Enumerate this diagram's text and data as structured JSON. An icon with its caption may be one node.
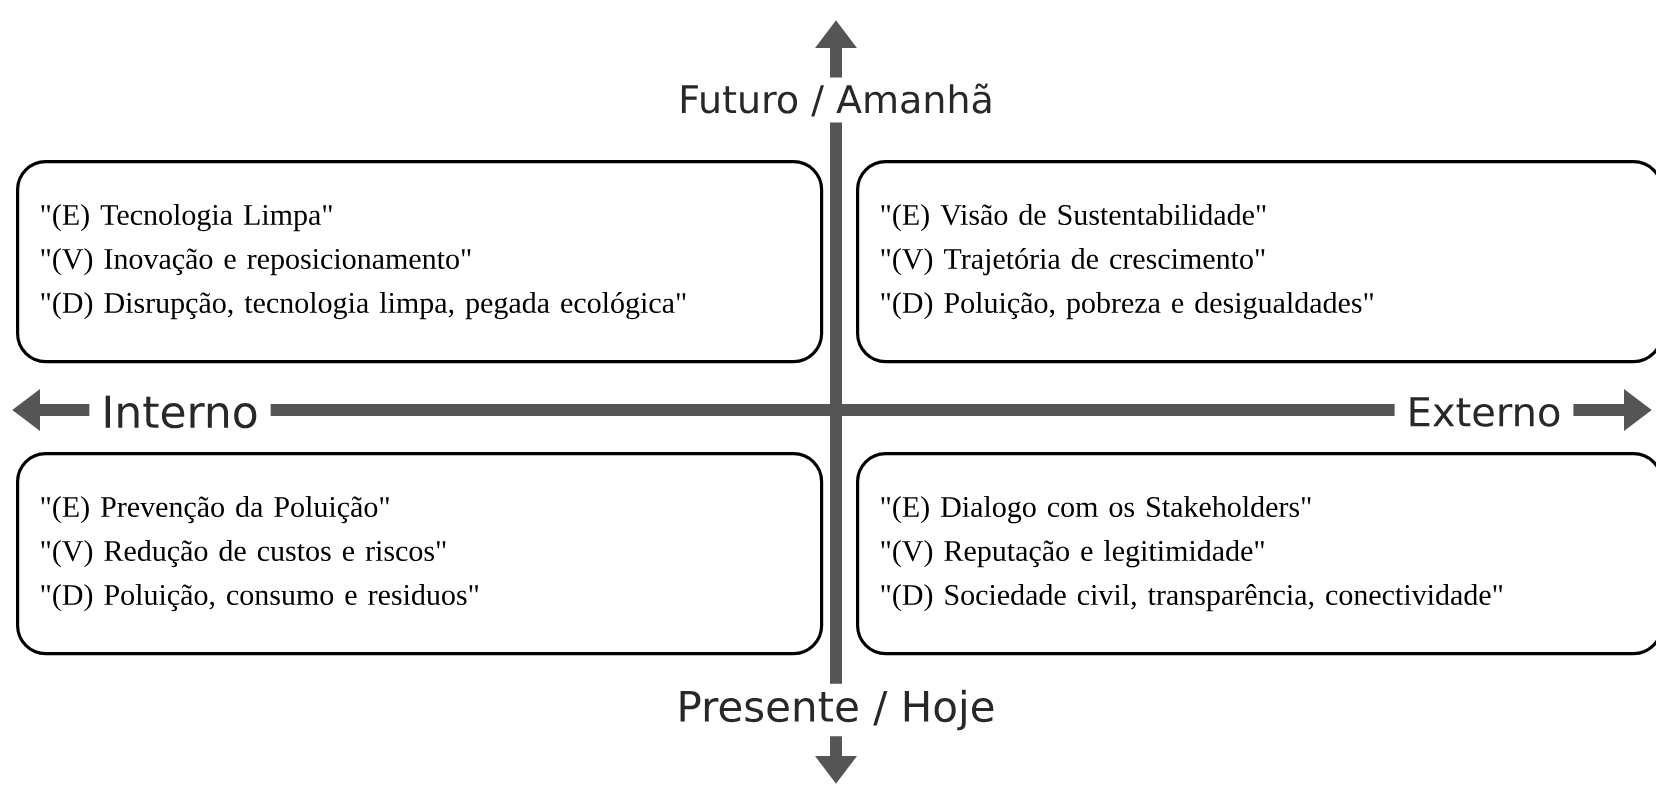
{
  "diagram": {
    "nodes": [
      {
        "text": [
          "\"(E) Tecnologia Limpa\"",
          "\"(V) Inovação e reposicionamento\"",
          "\"(D) Disrupção, tecnologia limpa, pegada ecológica\""
        ]
      },
      {
        "text": [
          "\"(E) Visão de Sustentabilidade\"",
          "\"(V) Trajetória de crescimento\"",
          "\"(D) Poluição, pobreza e desigualdades\""
        ]
      },
      {
        "text": [
          "\"(E) Prevenção da Poluição\"",
          "\"(V) Redução de custos e riscos\"",
          "\"(D) Poluição, consumo e residuos\""
        ]
      },
      {
        "text": [
          "\"(E) Dialogo com os Stakeholders\"",
          "\"(V) Reputação e legitimidade\"",
          "\"(D) Sociedade civil, transparência, conectividade\""
        ]
      }
    ],
    "labels": [
      "Futuro / Amanhã",
      "Interno",
      "Externo",
      "Presente / Hoje"
    ]
  }
}
